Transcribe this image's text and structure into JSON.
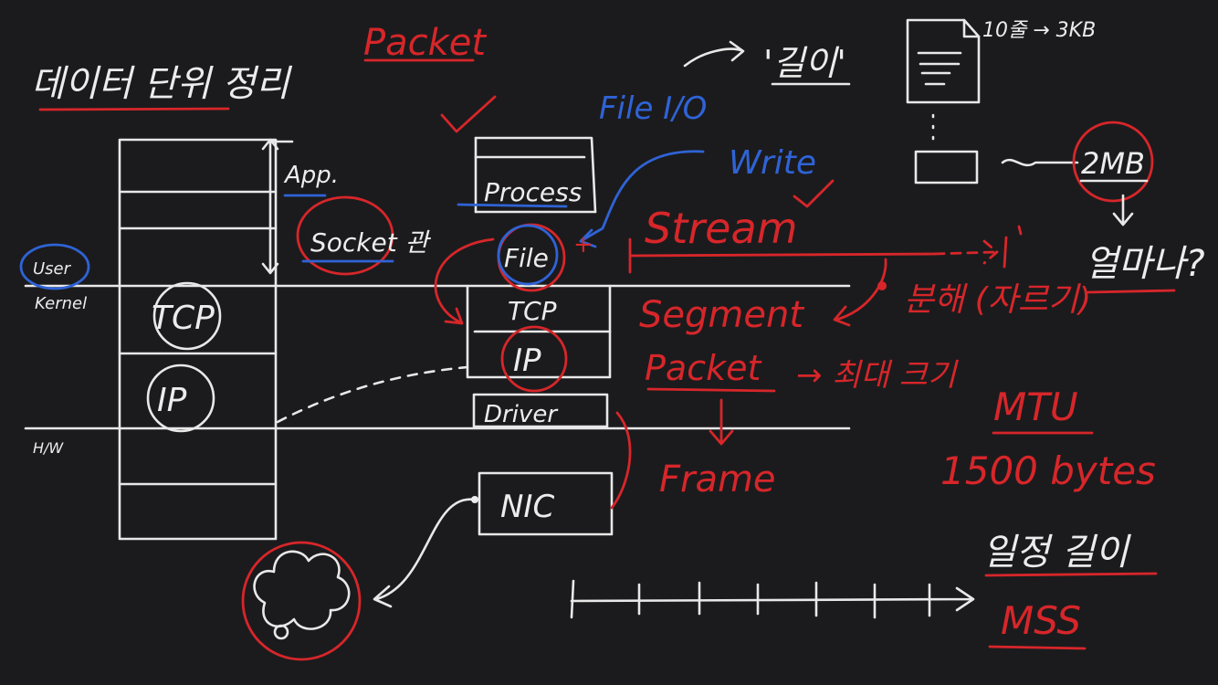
{
  "title": "데이터 단위 정리",
  "heading_packet": "Packet",
  "left_stack": {
    "user_label": "User",
    "kernel_label": "Kernel",
    "hw_label": "H/W",
    "app_label": "App.",
    "socket_label": "Socket 관",
    "tcp_label": "TCP",
    "ip_label": "IP"
  },
  "middle_stack": {
    "file_io": "File I/O",
    "write": "Write",
    "process": "Process",
    "file": "File",
    "tcp": "TCP",
    "ip": "IP",
    "driver": "Driver",
    "nic": "NIC"
  },
  "units": {
    "stream": "Stream",
    "segment": "Segment",
    "split": "분해 (자르기)",
    "packet": "Packet",
    "packet_note": "→ 최대 크기",
    "frame": "Frame",
    "mtu": "MTU",
    "mtu_size": "1500 bytes",
    "fixed_length": "일정 길이",
    "mss": "MSS"
  },
  "file_note": {
    "length": "'길이'",
    "lines": "10줄 → 3KB",
    "size": "2MB",
    "how_much": "얼마나?"
  },
  "colors": {
    "background": "#1b1b1d",
    "chalk_white": "#ececec",
    "red": "#d7262a",
    "blue": "#2f63d6"
  }
}
